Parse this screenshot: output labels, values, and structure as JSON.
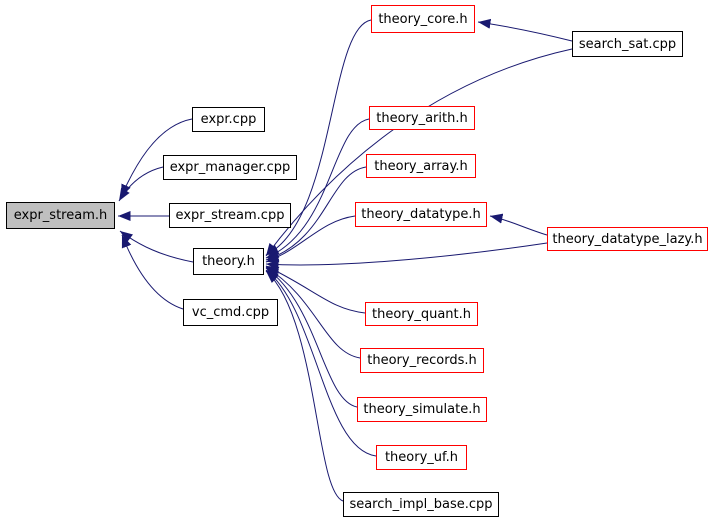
{
  "graph": {
    "type": "include-dependency-graph",
    "current_file": "expr_stream.h",
    "nodes": [
      {
        "id": "expr_stream.h",
        "label": "expr_stream.h",
        "kind": "current"
      },
      {
        "id": "expr.cpp",
        "label": "expr.cpp",
        "kind": "plain"
      },
      {
        "id": "expr_manager.cpp",
        "label": "expr_manager.cpp",
        "kind": "plain"
      },
      {
        "id": "expr_stream.cpp",
        "label": "expr_stream.cpp",
        "kind": "plain"
      },
      {
        "id": "theory.h",
        "label": "theory.h",
        "kind": "plain"
      },
      {
        "id": "vc_cmd.cpp",
        "label": "vc_cmd.cpp",
        "kind": "plain"
      },
      {
        "id": "theory_core.h",
        "label": "theory_core.h",
        "kind": "link"
      },
      {
        "id": "search_sat.cpp",
        "label": "search_sat.cpp",
        "kind": "plain"
      },
      {
        "id": "theory_arith.h",
        "label": "theory_arith.h",
        "kind": "link"
      },
      {
        "id": "theory_array.h",
        "label": "theory_array.h",
        "kind": "link"
      },
      {
        "id": "theory_datatype.h",
        "label": "theory_datatype.h",
        "kind": "link"
      },
      {
        "id": "theory_datatype_lazy.h",
        "label": "theory_datatype_lazy.h",
        "kind": "link"
      },
      {
        "id": "theory_quant.h",
        "label": "theory_quant.h",
        "kind": "link"
      },
      {
        "id": "theory_records.h",
        "label": "theory_records.h",
        "kind": "link"
      },
      {
        "id": "theory_simulate.h",
        "label": "theory_simulate.h",
        "kind": "link"
      },
      {
        "id": "theory_uf.h",
        "label": "theory_uf.h",
        "kind": "link"
      },
      {
        "id": "search_impl_base.cpp",
        "label": "search_impl_base.cpp",
        "kind": "plain"
      }
    ],
    "edges": [
      {
        "from": "expr.cpp",
        "to": "expr_stream.h"
      },
      {
        "from": "expr_manager.cpp",
        "to": "expr_stream.h"
      },
      {
        "from": "expr_stream.cpp",
        "to": "expr_stream.h"
      },
      {
        "from": "theory.h",
        "to": "expr_stream.h"
      },
      {
        "from": "vc_cmd.cpp",
        "to": "expr_stream.h"
      },
      {
        "from": "theory_core.h",
        "to": "theory.h"
      },
      {
        "from": "search_sat.cpp",
        "to": "theory.h"
      },
      {
        "from": "theory_arith.h",
        "to": "theory.h"
      },
      {
        "from": "theory_array.h",
        "to": "theory.h"
      },
      {
        "from": "theory_datatype.h",
        "to": "theory.h"
      },
      {
        "from": "theory_datatype_lazy.h",
        "to": "theory.h"
      },
      {
        "from": "theory_quant.h",
        "to": "theory.h"
      },
      {
        "from": "theory_records.h",
        "to": "theory.h"
      },
      {
        "from": "theory_simulate.h",
        "to": "theory.h"
      },
      {
        "from": "theory_uf.h",
        "to": "theory.h"
      },
      {
        "from": "search_impl_base.cpp",
        "to": "theory.h"
      },
      {
        "from": "search_sat.cpp",
        "to": "theory_core.h"
      },
      {
        "from": "theory_datatype_lazy.h",
        "to": "theory_datatype.h"
      }
    ]
  },
  "colors": {
    "edge": "#191970",
    "link_node_border": "#ff0000",
    "plain_node_border": "#000000",
    "node_fill": "#ffffff",
    "current_node_fill": "#bfbfbf",
    "text": "#000000",
    "background": "#ffffff"
  }
}
